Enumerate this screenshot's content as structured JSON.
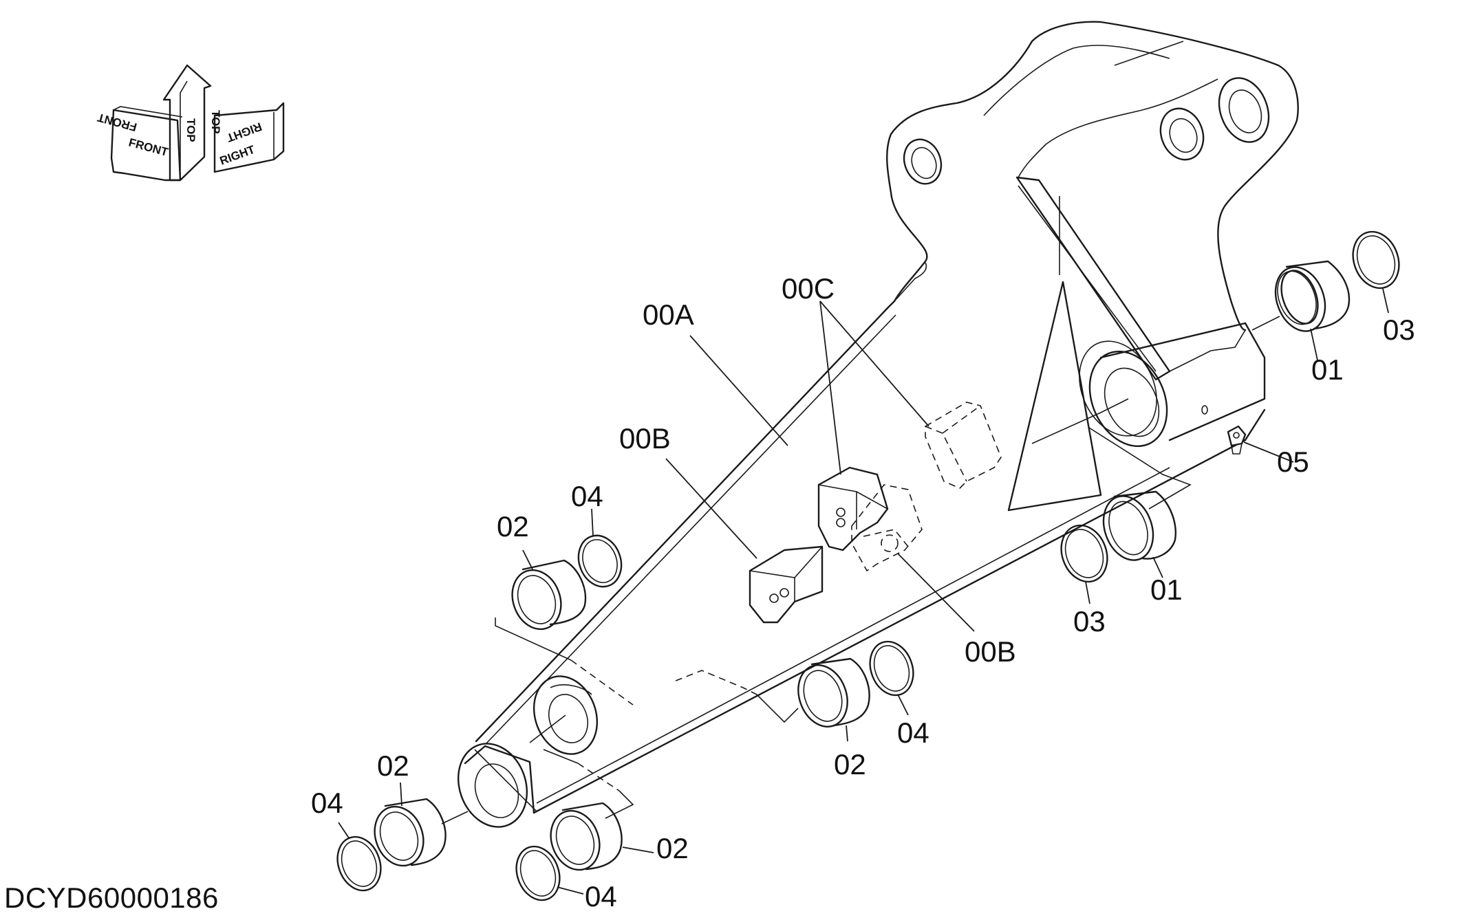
{
  "drawing_id": "DCYD60000186",
  "orientation": {
    "front_label": "FRONT",
    "top_label": "TOP",
    "right_label": "RIGHT"
  },
  "callouts": {
    "arm_main": "00A",
    "block_b_upper": "00B",
    "block_b_lower": "00B",
    "block_c": "00C",
    "bushing_01_top": "01",
    "bushing_01_mid": "01",
    "seal_03_top": "03",
    "seal_03_mid": "03",
    "fitting_05": "05",
    "bushing_02_left": "02",
    "bushing_02_center": "02",
    "bushing_02_tip": "02",
    "bushing_02_bottom": "02",
    "ring_04_left": "04",
    "ring_04_center": "04",
    "ring_04_tip": "04",
    "ring_04_bottom": "04"
  }
}
